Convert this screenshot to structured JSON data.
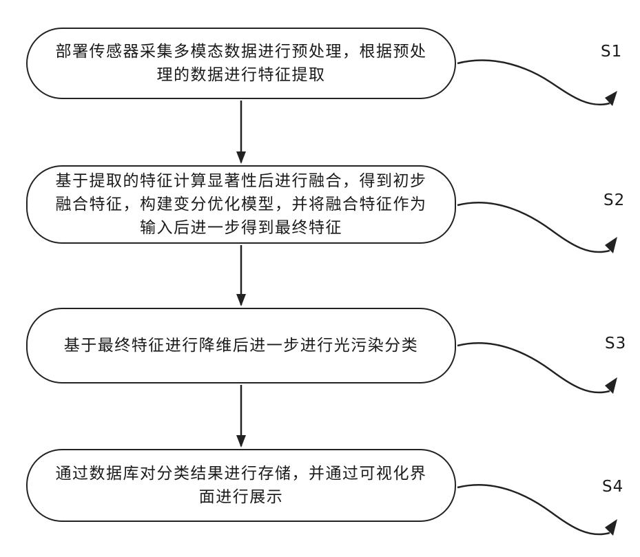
{
  "steps": [
    {
      "id": "S1",
      "label": "S1",
      "text": "部署传感器采集多模态数据进行预处理，根据预处理的数据进行特征提取"
    },
    {
      "id": "S2",
      "label": "S2",
      "text": "基于提取的特征计算显著性后进行融合，得到初步融合特征，构建变分优化模型，并将融合特征作为输入后进一步得到最终特征"
    },
    {
      "id": "S3",
      "label": "S3",
      "text": "基于最终特征进行降维后进一步进行光污染分类"
    },
    {
      "id": "S4",
      "label": "S4",
      "text": "通过数据库对分类结果进行存储，并通过可视化界面进行展示"
    }
  ],
  "colors": {
    "stroke": "#222222",
    "text": "#1a1a1a",
    "background": "#ffffff"
  }
}
